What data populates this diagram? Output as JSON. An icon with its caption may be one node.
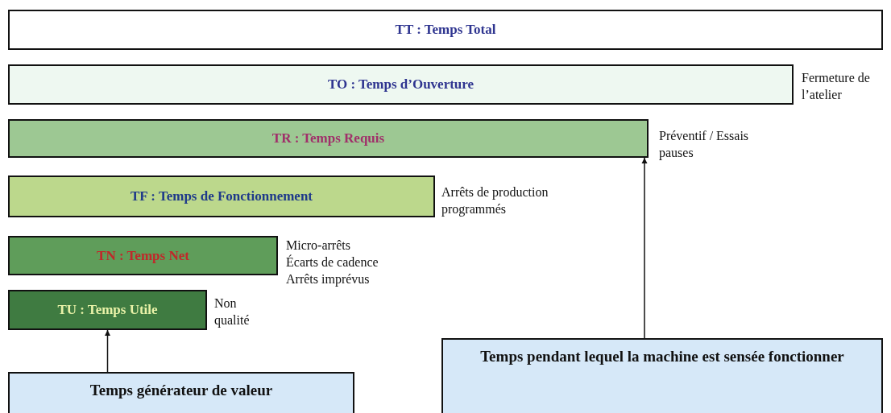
{
  "diagram": {
    "nodes": [
      {
        "text": [
          "TT : Temps Total"
        ]
      },
      {
        "text": [
          "TO : Temps d’Ouverture"
        ],
        "beside": [
          "Fermeture de l’atelier"
        ]
      },
      {
        "text": [
          "TR : Temps  Requis"
        ],
        "beside": [
          "Préventif / Essais pauses"
        ]
      },
      {
        "text": [
          "TF : Temps de Fonctionnement"
        ],
        "beside": [
          "Arrêts de production programmés"
        ]
      },
      {
        "text": [
          "TN : Temps Net"
        ],
        "beside": [
          "Micro-arrêts",
          "Écarts de cadence",
          "Arrêts imprévus"
        ]
      },
      {
        "text": [
          "TU : Temps Utile"
        ],
        "beside": [
          "Non qualité"
        ]
      },
      {
        "text": [
          "Temps générateur de valeur"
        ]
      },
      {
        "text": [
          "Temps pendant lequel la machine est sensée fonctionner"
        ]
      }
    ],
    "edges": [
      {
        "from": 6,
        "to": 5,
        "arrow": "to"
      },
      {
        "from": 7,
        "to": 2,
        "arrow": "to"
      }
    ]
  }
}
